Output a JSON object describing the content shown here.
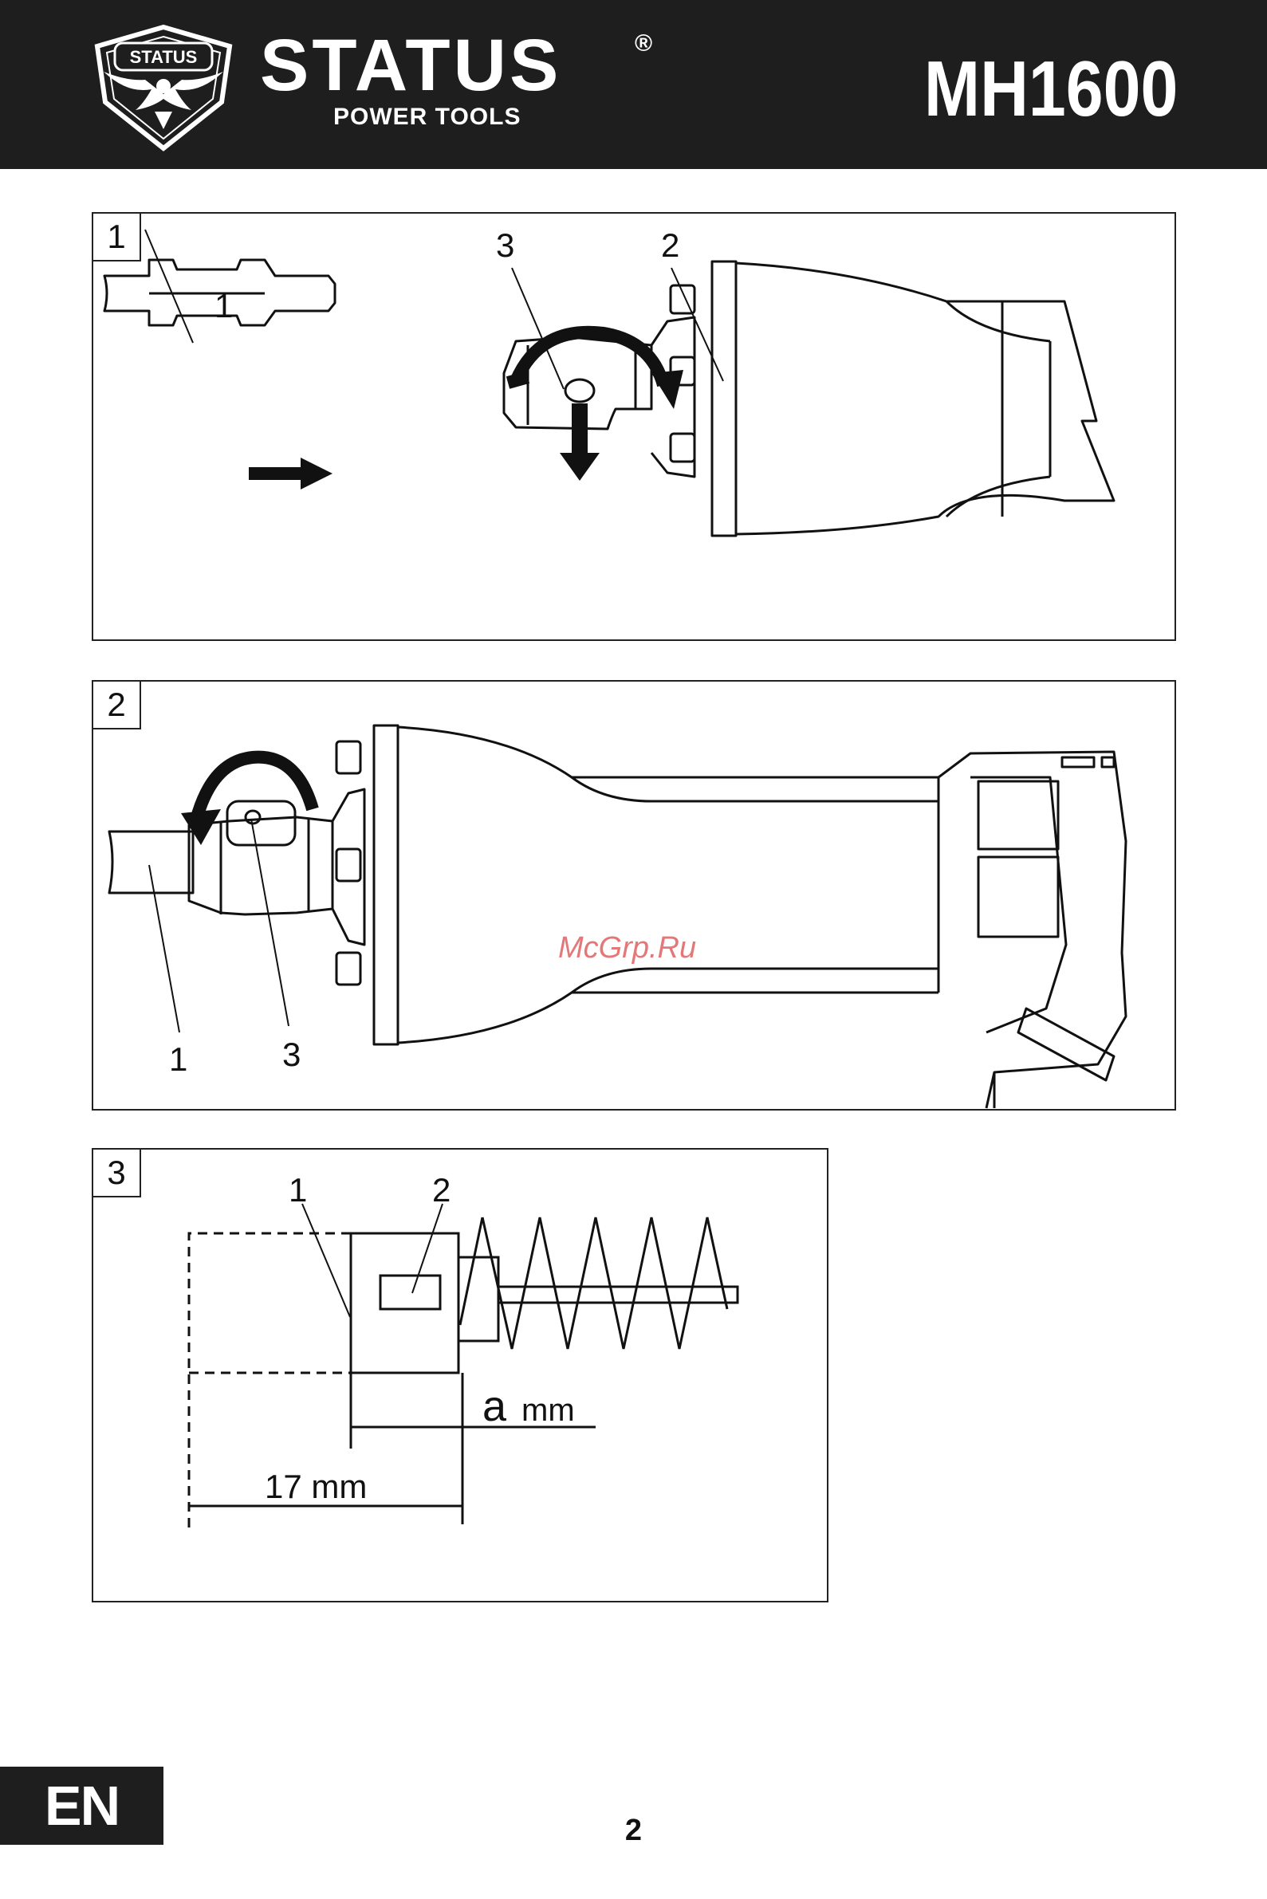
{
  "header": {
    "brand": "STATUS",
    "brand_badge": "STATUS",
    "registered": "®",
    "subtitle": "POWER TOOLS",
    "model": "MH1600"
  },
  "figures": [
    {
      "number": "1",
      "callouts": [
        "1",
        "3",
        "2"
      ]
    },
    {
      "number": "2",
      "callouts": [
        "1",
        "3"
      ]
    },
    {
      "number": "3",
      "callouts": [
        "1",
        "2"
      ],
      "dimension_a": "a",
      "dimension_a_unit": "mm",
      "dimension_17": "17 mm"
    }
  ],
  "watermark": "McGrp.Ru",
  "footer": {
    "language": "EN",
    "page_number": "2"
  }
}
